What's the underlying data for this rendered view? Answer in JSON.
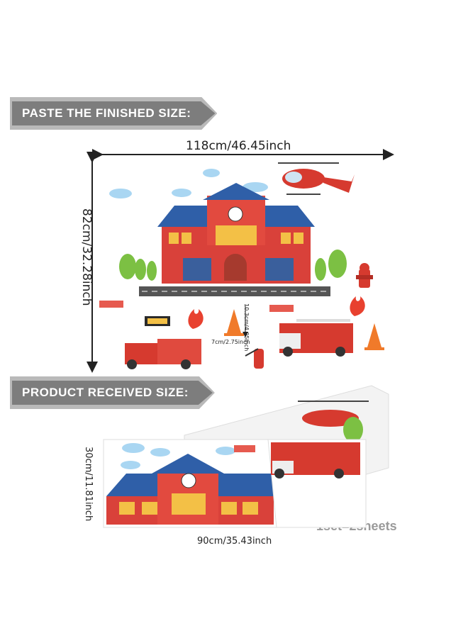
{
  "banners": {
    "finished": "PASTE THE FINISHED SIZE:",
    "received": "PRODUCT RECEIVED SIZE:"
  },
  "finished_dims": {
    "width": "118cm/46.45inch",
    "height": "82cm/32.28inch",
    "cone_width": "7cm/2.75inch",
    "cone_height": "10.3cm/4.05inch"
  },
  "received_dims": {
    "width": "90cm/35.43inch",
    "height": "30cm/11.81inch"
  },
  "set_info": "1set=2sheets",
  "colors": {
    "banner_dark": "#7d7d7d",
    "banner_light": "#b9b9b9",
    "roof_blue": "#2f5fa8",
    "wall_red": "#d9413a",
    "sky_blue": "#a9d6f2"
  }
}
